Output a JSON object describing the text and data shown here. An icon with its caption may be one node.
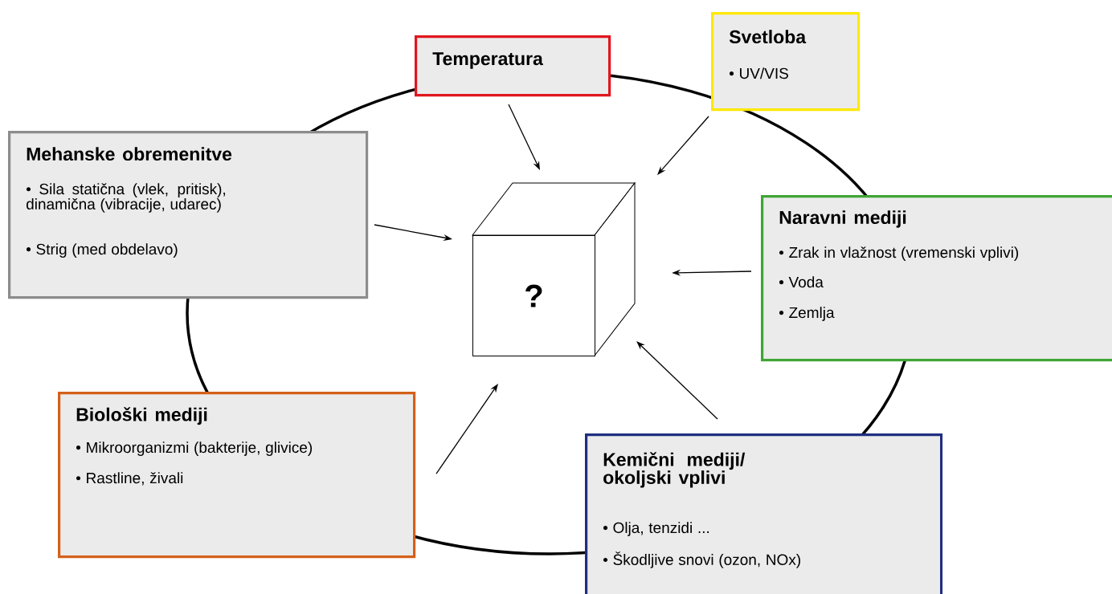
{
  "diagram": {
    "nodes": [
      {
        "text": [
          "Temperatura"
        ]
      },
      {
        "text": [
          "Svetloba",
          "• UV/VIS"
        ]
      },
      {
        "text": [
          "Mehanske obremenitve",
          "• Sila statična (vlek, pritisk), dinamična (vibracije, udarec)",
          "• Strig (med obdelavo)"
        ]
      },
      {
        "text": [
          "?"
        ]
      },
      {
        "text": [
          "Naravni mediji",
          "• Zrak in vlažnost (vremenski vplivi)",
          "• Voda",
          "• Zemlja"
        ]
      },
      {
        "text": [
          "Biološki mediji",
          "• Mikroorganizmi (bakterije, glivice)",
          "• Rastline, živali"
        ]
      },
      {
        "text": [
          "Kemični mediji/ okoljski vplivi",
          "• Olja, tenzidi ...",
          "• Škodljive snovi (ozon, NOx)"
        ]
      }
    ],
    "edges": [
      {
        "from": 0,
        "to": 3,
        "arrow": "to"
      },
      {
        "from": 1,
        "to": 3,
        "arrow": "to"
      },
      {
        "from": 2,
        "to": 3,
        "arrow": "to"
      },
      {
        "from": 4,
        "to": 3,
        "arrow": "to"
      },
      {
        "from": 5,
        "to": 3,
        "arrow": "to"
      },
      {
        "from": 6,
        "to": 3,
        "arrow": "to"
      }
    ]
  }
}
